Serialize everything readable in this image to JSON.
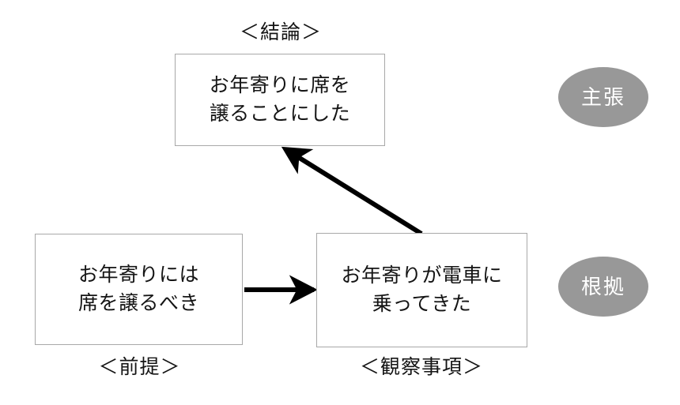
{
  "diagram": {
    "title_hidden": "",
    "background_color": "#ffffff",
    "box_border_color": "#a8a8a8",
    "arrow_color": "#000000",
    "ellipse_color": "#989898",
    "ellipse_text_color": "#ffffff"
  },
  "nodes": {
    "conclusion": {
      "text": "お年寄りに席を\n譲ることにした",
      "caption": "＜結論＞"
    },
    "premise": {
      "text": "お年寄りには\n席を譲るべき",
      "caption": "＜前提＞"
    },
    "observation": {
      "text": "お年寄りが電車に\n乗ってきた",
      "caption": "＜観察事項＞"
    }
  },
  "roles": {
    "claim": {
      "label": "主張"
    },
    "ground": {
      "label": "根拠"
    }
  },
  "arrows": [
    {
      "name": "premise-to-observation",
      "from": "premise",
      "to": "observation",
      "style": "straight-horizontal"
    },
    {
      "name": "observation-to-conclusion",
      "from": "observation",
      "to": "conclusion",
      "style": "diagonal-up-left"
    }
  ]
}
